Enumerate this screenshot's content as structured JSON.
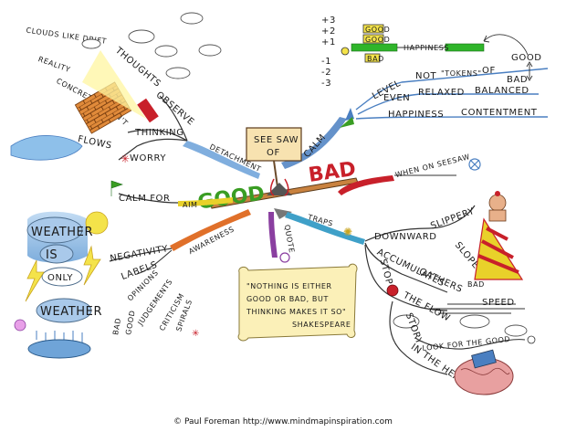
{
  "center": {
    "sign_line1": "SEE SAW",
    "sign_line2": "OF",
    "good": "GOOD",
    "bad": "BAD",
    "calm": "CALM"
  },
  "scale": {
    "plus3": "+3",
    "plus2": "+2",
    "plus1": "+1",
    "minus1": "-1",
    "minus2": "-2",
    "minus3": "-3",
    "good1": "GOOD",
    "good2": "GOOD",
    "bad": "BAD",
    "happiness": "HAPPINESS"
  },
  "top_right": {
    "level": "LEVEL",
    "not": "NOT",
    "tokens": "\"TOKENS\"",
    "of": "OF",
    "good": "GOOD",
    "bad": "BAD",
    "even": "EVEN",
    "relaxed": "RELAXED",
    "balanced": "BALANCED",
    "happiness": "HAPPINESS",
    "contentment": "CONTENTMENT"
  },
  "top_left": {
    "clouds": "CLOUDS LIKE DRIFT",
    "thoughts": "THOUGHTS",
    "observe": "OBSERVE",
    "reality": "REALITY",
    "concrete": "CONCRETE",
    "isnt": "ISN'T",
    "thinking": "THINKING",
    "flows": "FLOWS",
    "worry": "WORRY",
    "detachment": "DETACHMENT"
  },
  "left": {
    "calm_for": "CALM FOR",
    "aim": "AIM",
    "awareness": "AWARENESS",
    "weather1": "WEATHER",
    "is": "IS",
    "only": "ONLY",
    "weather2": "WEATHER",
    "negativity": "NEGATIVITY",
    "labels": "LABELS",
    "opinions": "OPINIONS",
    "judgements": "JUDGEMENTS",
    "criticism": "CRITICISM",
    "spirals": "SPIRALS",
    "bad": "BAD",
    "good": "GOOD"
  },
  "quote": {
    "branch": "QUOTE",
    "line1": "\"NOTHING IS EITHER",
    "line2": "GOOD OR BAD, BUT",
    "line3": "THINKING MAKES IT SO\"",
    "line4": "SHAKESPEARE"
  },
  "right": {
    "when_on_seesaw": "WHEN ON SEESAW",
    "traps": "TRAPS",
    "downward": "DOWNWARD",
    "slippery": "SLIPPERY",
    "slope": "SLOPE",
    "bad": "BAD",
    "accumulates": "ACCUMULATES",
    "gathers": "GATHERS",
    "speed": "SPEED",
    "stop": "STOP",
    "the_flow": "THE FLOW",
    "story": "STORY",
    "in_the_head": "IN THE HEAD",
    "look_for_the_good": "LOOK FOR THE GOOD"
  },
  "credit": "© Paul Foreman http://www.mindmapinspiration.com",
  "colors": {
    "good": "#3a9d23",
    "bad": "#c8202a",
    "calm": "#4a7fc1",
    "aim": "#e9d12a",
    "awareness": "#e0702a",
    "quote": "#8a3fa0",
    "traps": "#3fa0c8",
    "detachment": "#6aa0d8"
  }
}
